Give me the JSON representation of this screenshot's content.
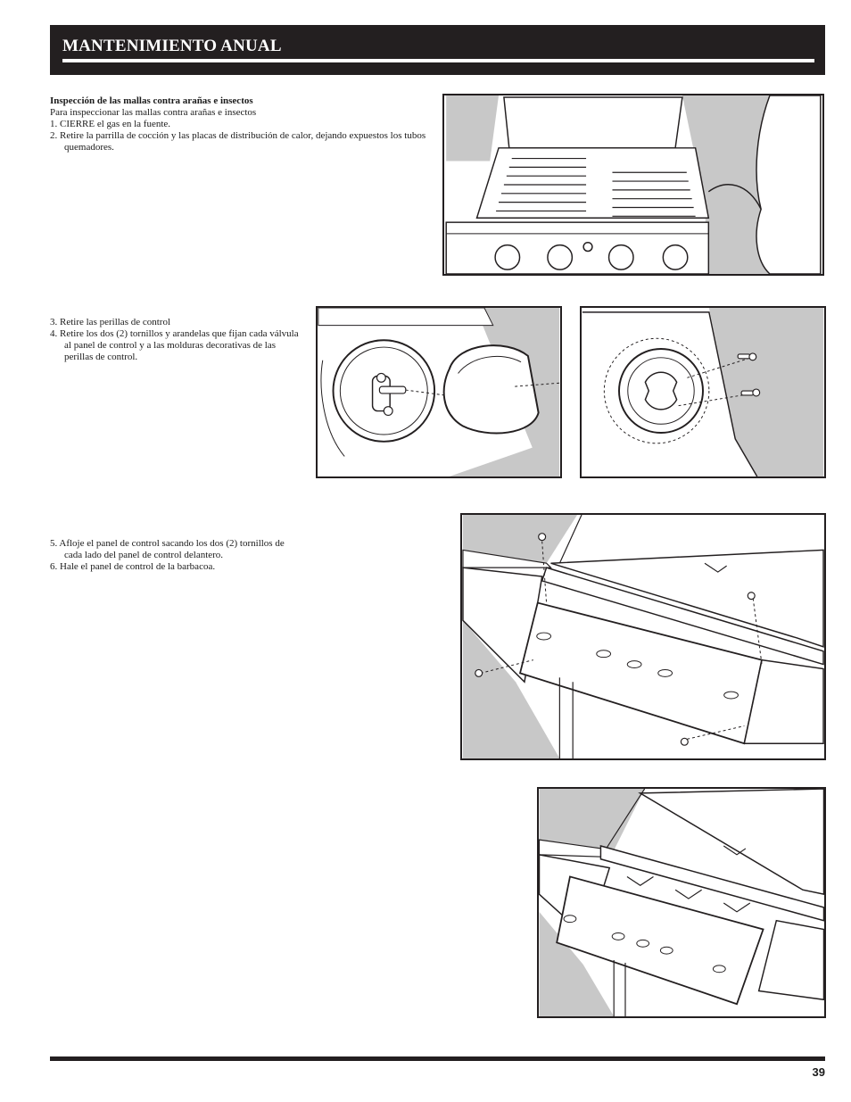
{
  "header": {
    "title": "MANTENIMIENTO ANUAL"
  },
  "section1": {
    "heading": "Inspección de las mallas contra arañas e insectos",
    "intro": "Para inspeccionar las mallas contra arañas e insectos",
    "steps": [
      "1.  CIERRE el gas en la fuente.",
      "2.  Retire la parrilla de cocción y las placas de distribución de calor, dejando expuestos los tubos quemadores."
    ]
  },
  "section2": {
    "steps": [
      "3.  Retire las perillas de control",
      "4.  Retire los dos (2) tornillos y arandelas que fijan cada válvula al panel de control y a las molduras decorativas de las perillas de control."
    ]
  },
  "section3": {
    "steps": [
      "5. Afloje el panel de control sacando los dos (2) tornillos de cada lado del panel de control delantero.",
      "6. Hale el panel de control de la barbacoa."
    ]
  },
  "footer": {
    "page_number": "39"
  },
  "colors": {
    "dark": "#231f20",
    "shade": "#c8c8c8",
    "line": "#231f20"
  }
}
